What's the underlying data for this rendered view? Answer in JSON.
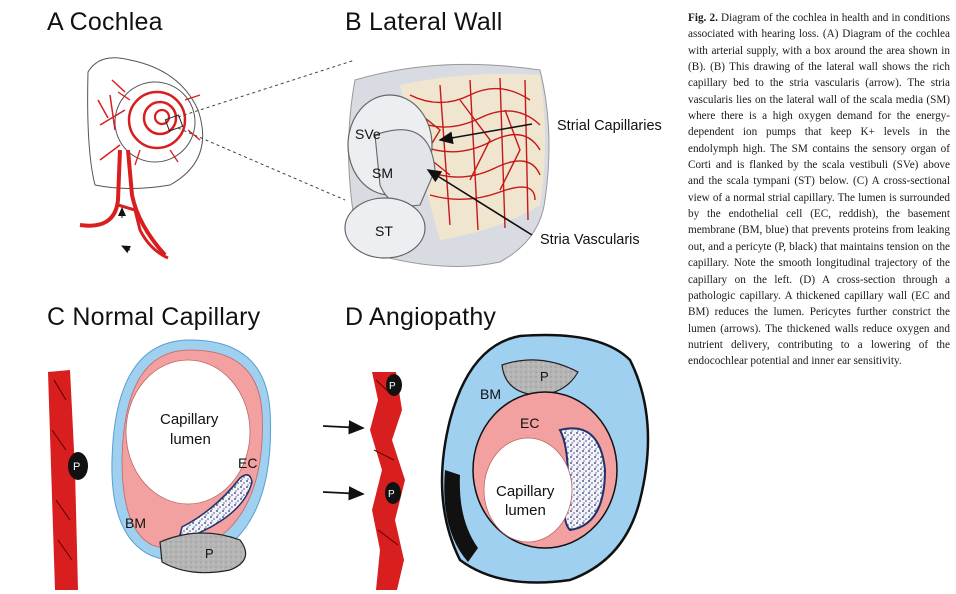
{
  "panels": {
    "a": {
      "title": "A  Cochlea"
    },
    "b": {
      "title": "B  Lateral Wall",
      "labels": {
        "sve": "SVe",
        "sm": "SM",
        "st": "ST",
        "strial_capillaries": "Strial Capillaries",
        "stria_vascularis": "Stria Vascularis"
      }
    },
    "c": {
      "title": "C  Normal Capillary",
      "labels": {
        "lumen_line1": "Capillary",
        "lumen_line2": "lumen",
        "ec": "EC",
        "bm": "BM",
        "p": "P",
        "p_side": "P"
      }
    },
    "d": {
      "title": "D  Angiopathy",
      "labels": {
        "lumen_line1": "Capillary",
        "lumen_line2": "lumen",
        "ec": "EC",
        "bm": "BM",
        "p": "P",
        "p_side_top": "P",
        "p_side_bottom": "P"
      }
    }
  },
  "caption": {
    "label": "Fig. 2.",
    "text": "Diagram of the cochlea in health and in conditions associated with hearing loss. (A) Diagram of the cochlea with arterial supply, with a box around the area shown in (B). (B) This drawing of the lateral wall shows the rich capillary bed to the stria vascularis (arrow). The stria vascularis lies on the lateral wall of the scala media (SM) where there is a high oxygen demand for the energy-dependent ion pumps that keep K+ levels in the endolymph high. The SM contains the sensory organ of Corti and is flanked by the scala vestibuli (SVe) above and the scala tympani (ST) below. (C) A cross-sectional view of a normal strial capillary. The lumen is surrounded by the endothelial cell (EC, reddish), the basement membrane (BM, blue) that prevents proteins from leaking out, and a pericyte (P, black) that maintains tension on the capillary. Note the smooth longitudinal trajectory of the capillary on the left. (D) A cross-section through a pathologic capillary. A thickened capillary wall (EC and BM) reduces the lumen. Pericytes further constrict the lumen (arrows). The thickened walls reduce oxygen and nutrient delivery, contributing to a lowering of the endocochlear potential and inner ear sensitivity."
  },
  "colors": {
    "vessel_red": "#d81e1e",
    "endothelium": "#f2a0a0",
    "basement_membrane": "#9fd0f0",
    "pericyte_gray": "#a9a9a9"
  },
  "icons": [
    "arrow-right-icon",
    "cochlea-illustration",
    "lateral-wall-illustration",
    "capillary-cross-section-illustration"
  ]
}
